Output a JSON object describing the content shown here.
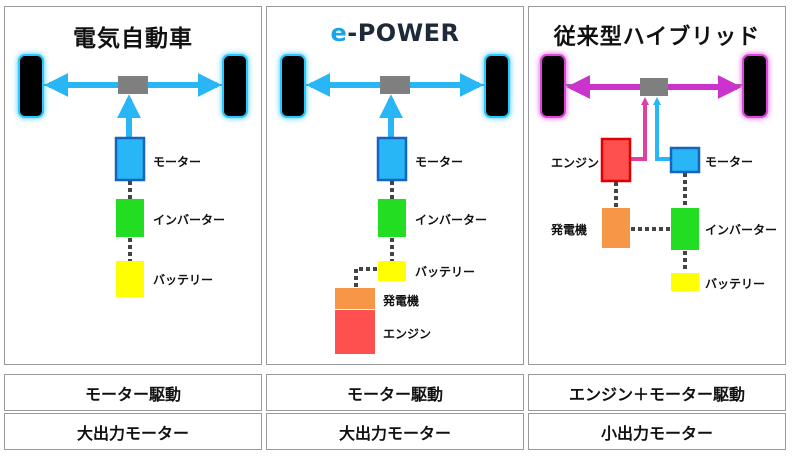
{
  "panels": [
    {
      "title": "電気自動車",
      "labels": {
        "motor": "モーター",
        "inverter": "インバーター",
        "battery": "バッテリー"
      }
    },
    {
      "title_prefix": "e",
      "title_rest": "-POWER",
      "labels": {
        "motor": "モーター",
        "inverter": "インバーター",
        "battery": "バッテリー",
        "generator": "発電機",
        "engine": "エンジン"
      }
    },
    {
      "title": "従来型ハイブリッド",
      "labels": {
        "engine": "エンジン",
        "motor": "モーター",
        "generator": "発電機",
        "inverter": "インバーター",
        "battery": "バッテリー"
      }
    }
  ],
  "footer": {
    "drive": [
      "モーター駆動",
      "モーター駆動",
      "エンジン＋モーター駆動"
    ],
    "motor_size": [
      "大出力モーター",
      "大出力モーター",
      "小出力モーター"
    ]
  },
  "colors": {
    "motor": "#29b6f6",
    "inverter": "#22dd22",
    "battery": "#ffff00",
    "generator": "#f79646",
    "engine": "#ff5050",
    "engine_border": "#e00000",
    "hybrid_drive": "#cc33cc",
    "ev_drive": "#29b6f6",
    "transmission": "#7f7f7f"
  }
}
